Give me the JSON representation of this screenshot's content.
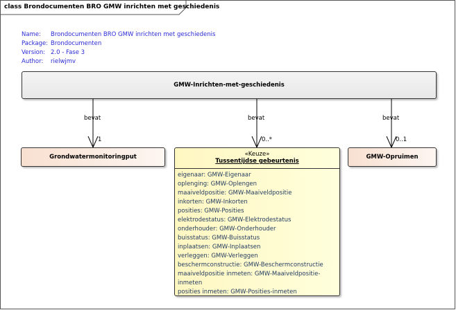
{
  "diagram_title": "class Brondocumenten BRO GMW inrichten met geschiedenis",
  "info": [
    {
      "key": "Name:",
      "value": "Brondocumenten BRO GMW inrichten met geschiedenis"
    },
    {
      "key": "Package:",
      "value": "Brondocumenten"
    },
    {
      "key": "Version:",
      "value": "2.0 - Fase 3"
    },
    {
      "key": "Author:",
      "value": "rielwjmv"
    }
  ],
  "classes": {
    "main": {
      "name": "GMW-Inrichten-met-geschiedenis"
    },
    "left": {
      "name": "Grondwatermonitoringput"
    },
    "middle": {
      "stereotype": "«Keuze»",
      "name": "Tussentijdse gebeurtenis",
      "attributes": [
        "eigenaar: GMW-Eigenaar",
        "oplenging: GMW-Oplengen",
        "maaiveldpositie: GMW-Maaiveldpositie",
        "inkorten: GMW-Inkorten",
        "posities: GMW-Posities",
        "elektrodestatus: GMW-Elektrodestatus",
        "onderhouder: GMW-Onderhouder",
        "buisstatus: GMW-Buisstatus",
        "inplaatsen: GMW-Inplaatsen",
        "verleggen: GMW-Verleggen",
        "beschermconstructie: GMW-Beschermconstructie",
        "maaiveldpositie inmeten: GMW-Maaiveldpositie-inmeten",
        "posities inmeten: GMW-Posities-inmeten"
      ]
    },
    "right": {
      "name": "GMW-Opruimen"
    }
  },
  "associations": [
    {
      "label": "bevat",
      "multiplicity": "1"
    },
    {
      "label": "bevat",
      "multiplicity": "0..*"
    },
    {
      "label": "bevat",
      "multiplicity": "0..1"
    }
  ],
  "colors": {
    "info_text": "#2b2bd6",
    "keuze_fill": "#ffffcc",
    "class_fill": "#f9e2d2",
    "main_fill": "#efefef"
  }
}
